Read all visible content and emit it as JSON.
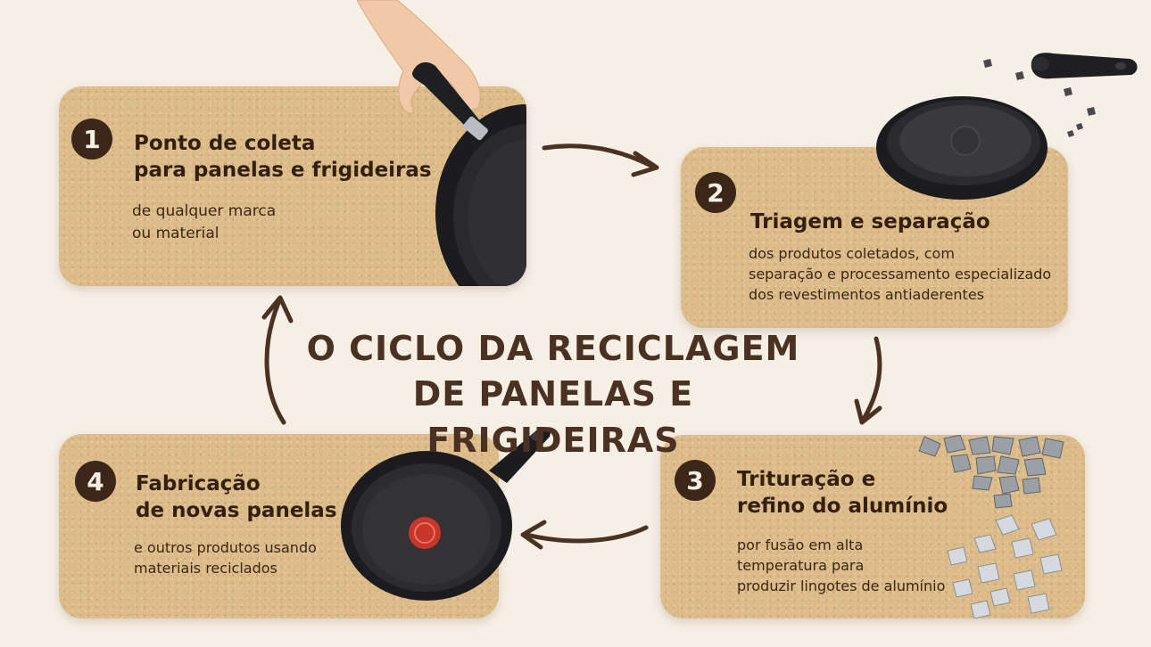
{
  "title": {
    "line1": "O CICLO DA RECICLAGEM",
    "line2": "DE PANELAS E FRIGIDEIRAS"
  },
  "steps": [
    {
      "number": "1",
      "title_line1": "Ponto de coleta",
      "title_line2": "para panelas e frigideiras",
      "desc_lines": [
        "de qualquer marca",
        "ou material"
      ]
    },
    {
      "number": "2",
      "title_line1": "Triagem e separação",
      "desc_lines": [
        "dos produtos coletados, com",
        "separação e processamento especializado",
        "dos revestimentos antiaderentes"
      ]
    },
    {
      "number": "3",
      "title_line1": "Trituração e",
      "title_line2": "refino do alumínio",
      "desc_lines": [
        "por fusão em alta",
        "temperatura para",
        "produzir lingotes de alumínio"
      ]
    },
    {
      "number": "4",
      "title_line1": "Fabricação",
      "title_line2": "de novas panelas",
      "desc_lines": [
        "e outros produtos usando",
        "materiais reciclados"
      ]
    }
  ],
  "colors": {
    "background": "#f6efe6",
    "card": "#dcbb89",
    "accent_brown": "#3b2618",
    "pan_dark": "#1c1c1e",
    "thermo_spot": "#c8352a"
  },
  "icons": [
    "hand-icon",
    "frying-pan-icon",
    "pan-handle-icon",
    "aluminum-scrap-icon",
    "aluminum-ingot-icon",
    "cycle-arrow-icon"
  ]
}
